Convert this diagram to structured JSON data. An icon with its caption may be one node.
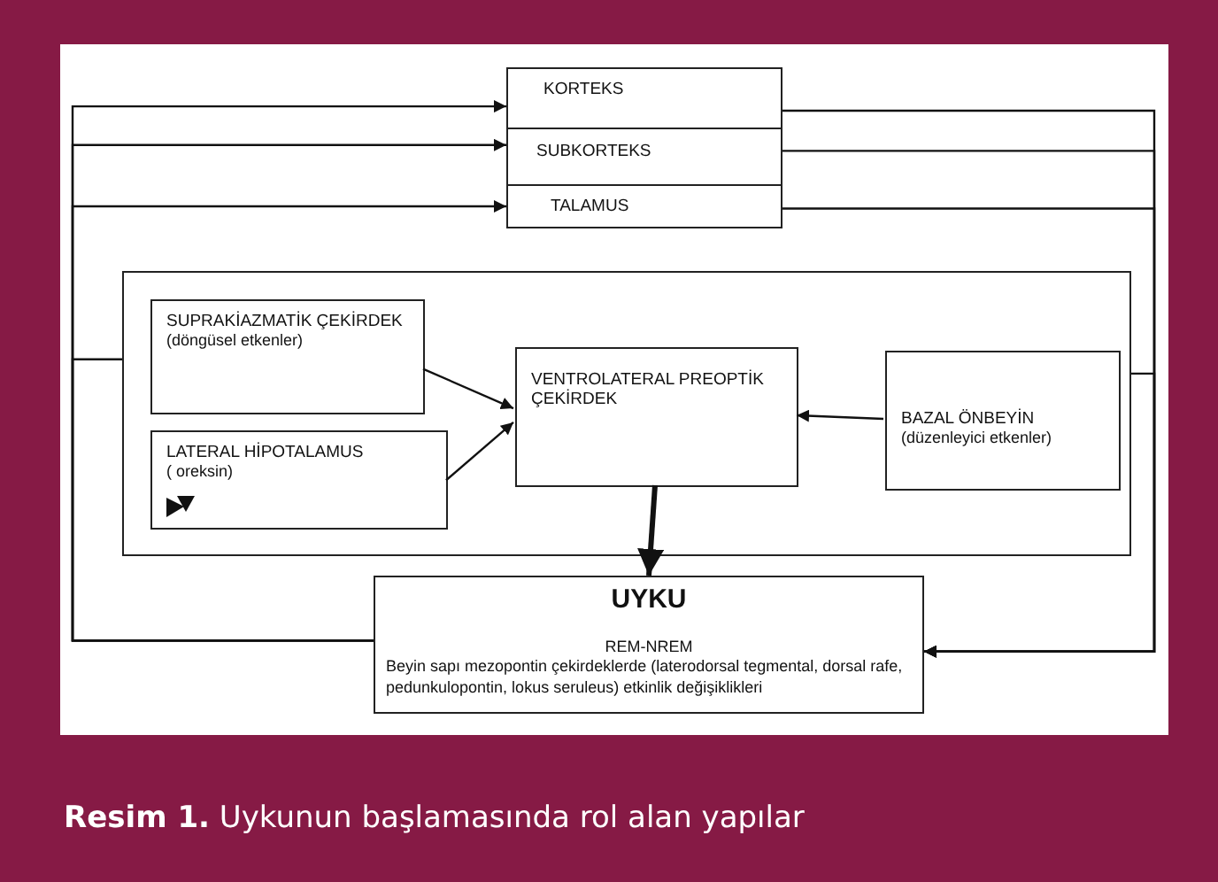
{
  "diagram": {
    "caption": "**Resim 1.** Uykunun başlamasında rol alan yapılar",
    "nodes": [
      {
        "text": [
          "KORTEKS"
        ]
      },
      {
        "text": [
          "SUBKORTEKS"
        ]
      },
      {
        "text": [
          "TALAMUS"
        ]
      },
      {
        "text": [],
        "shape": "box"
      },
      {
        "text": [
          "SUPRAKİAZMATİK ÇEKİRDEK",
          "(döngüsel etkenler)"
        ],
        "in": 3
      },
      {
        "text": [
          "LATERAL HİPOTALAMUS",
          "( oreksin)"
        ],
        "in": 3
      },
      {
        "text": [
          "VENTROLATERAL PREOPTİK ÇEKİRDEK"
        ],
        "in": 3
      },
      {
        "text": [
          "BAZAL ÖNBEYİN",
          "(düzenleyici etkenler)"
        ],
        "in": 3
      },
      {
        "text": [
          "UYKU",
          "REM-NREM",
          "Beyin sapı mezopontin çekirdeklerde (laterodorsal tegmental, dorsal rafe, pedunkulopontin, lokus seruleus) etkinlik değişiklikleri"
        ]
      }
    ],
    "edges": [
      {
        "from": 4,
        "to": 6,
        "arrow": "to"
      },
      {
        "from": 5,
        "to": 6,
        "arrow": "to"
      },
      {
        "from": 7,
        "to": 6,
        "arrow": "to"
      },
      {
        "from": 6,
        "to": 8,
        "arrow": "to",
        "style": "thick"
      },
      {
        "from": 8,
        "to": 0,
        "arrow": "to"
      },
      {
        "from": 8,
        "to": 1,
        "arrow": "to"
      },
      {
        "from": 8,
        "to": 2,
        "arrow": "to"
      },
      {
        "from": 8,
        "to": 3,
        "arrow": "none"
      },
      {
        "from": 0,
        "to": 8,
        "arrow": "to"
      },
      {
        "from": 1,
        "to": 8,
        "arrow": "to"
      },
      {
        "from": 2,
        "to": 8,
        "arrow": "to"
      },
      {
        "from": 3,
        "to": 8,
        "arrow": "to"
      }
    ]
  }
}
